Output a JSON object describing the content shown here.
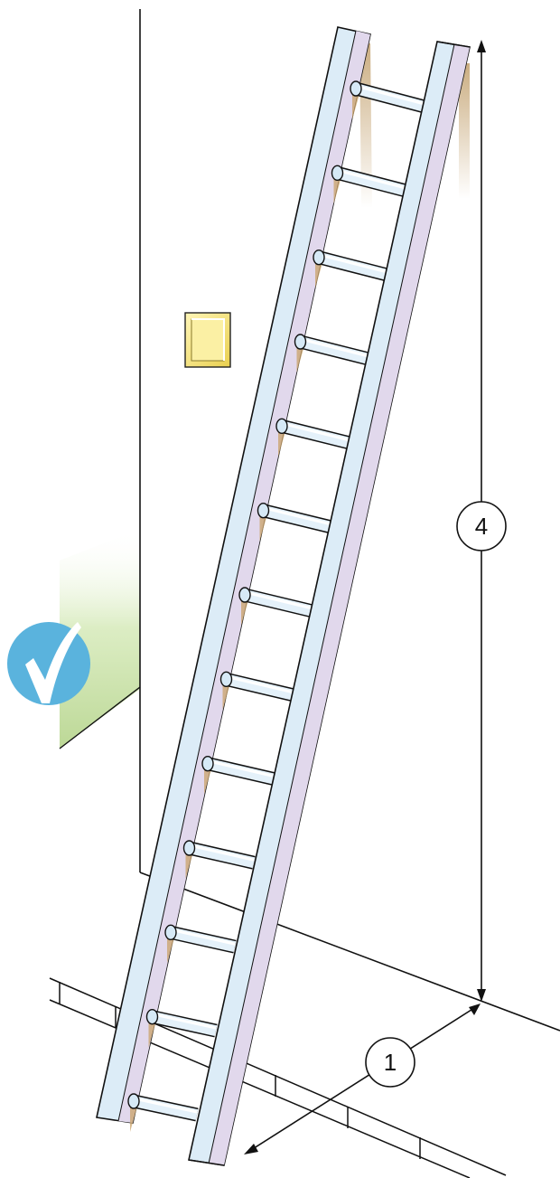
{
  "dimensions": {
    "height_ratio_label": "4",
    "base_ratio_label": "1"
  },
  "rung_count": 13,
  "colors": {
    "ladder_light": "#dcecf7",
    "ladder_shadow": "#e0d8ea",
    "ladder_stain": "#c9a36a",
    "outlet_fill": "#f3e37a",
    "check_badge": "#5ab3dd",
    "green_glow": "#cfe4b0",
    "line": "#111111"
  },
  "icons": {
    "status": "check-icon",
    "wall_fixture": "light-switch-plate"
  }
}
